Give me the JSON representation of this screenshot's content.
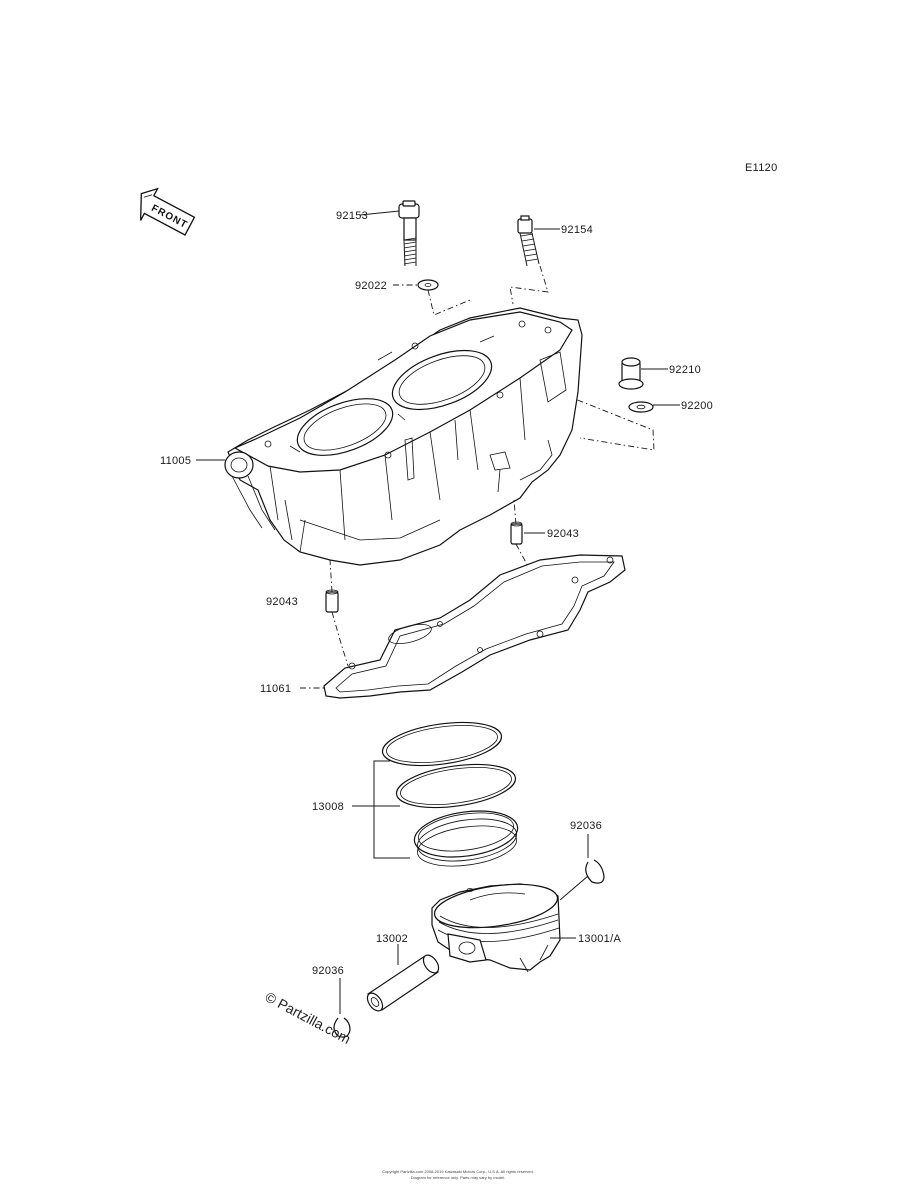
{
  "diagram_code": "E1120",
  "front_arrow_label": "FRONT",
  "watermark": "© Partzilla.com",
  "footer": {
    "line1": "Copyright Partzilla.com 2008-2019 Kawasaki Motors Corp., U.S.A. All rights reserved.",
    "line2": "Diagram for reference only. Parts may vary by model."
  },
  "callouts": {
    "bolt_92153": "92153",
    "bolt_92154": "92154",
    "washer_92022": "92022",
    "nut_92210": "92210",
    "washer_92200": "92200",
    "cylinder_11005": "11005",
    "dowel_92043_right": "92043",
    "dowel_92043_left": "92043",
    "gasket_11061": "11061",
    "ring_set_13008": "13008",
    "circlip_92036_right": "92036",
    "piston_13001": "13001/A",
    "pin_13002": "13002",
    "circlip_92036_left": "92036"
  }
}
